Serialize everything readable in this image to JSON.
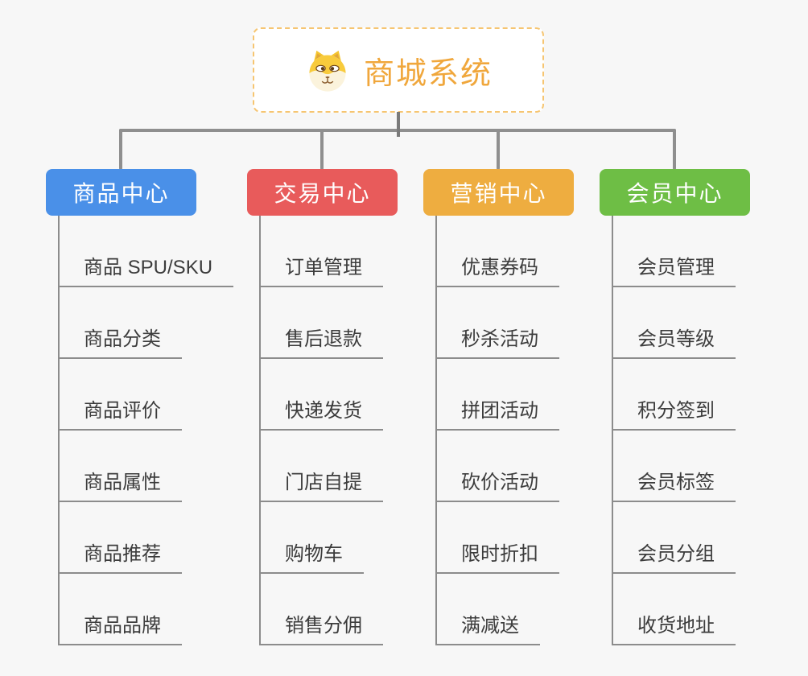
{
  "root": {
    "title": "商城系统",
    "icon": "dog-face-icon",
    "title_color": "#F0A73C",
    "border_color": "#F6C571"
  },
  "colors": {
    "background": "#F7F7F7",
    "connector": "#8C8C8C"
  },
  "branches": [
    {
      "label": "商品中心",
      "color": "#4A90E8",
      "children": [
        "商品 SPU/SKU",
        "商品分类",
        "商品评价",
        "商品属性",
        "商品推荐",
        "商品品牌"
      ]
    },
    {
      "label": "交易中心",
      "color": "#E85B5B",
      "children": [
        "订单管理",
        "售后退款",
        "快递发货",
        "门店自提",
        "购物车",
        "销售分佣"
      ]
    },
    {
      "label": "营销中心",
      "color": "#EEAD40",
      "children": [
        "优惠券码",
        "秒杀活动",
        "拼团活动",
        "砍价活动",
        "限时折扣",
        "满减送"
      ]
    },
    {
      "label": "会员中心",
      "color": "#6EBE45",
      "children": [
        "会员管理",
        "会员等级",
        "积分签到",
        "会员标签",
        "会员分组",
        "收货地址"
      ]
    }
  ]
}
